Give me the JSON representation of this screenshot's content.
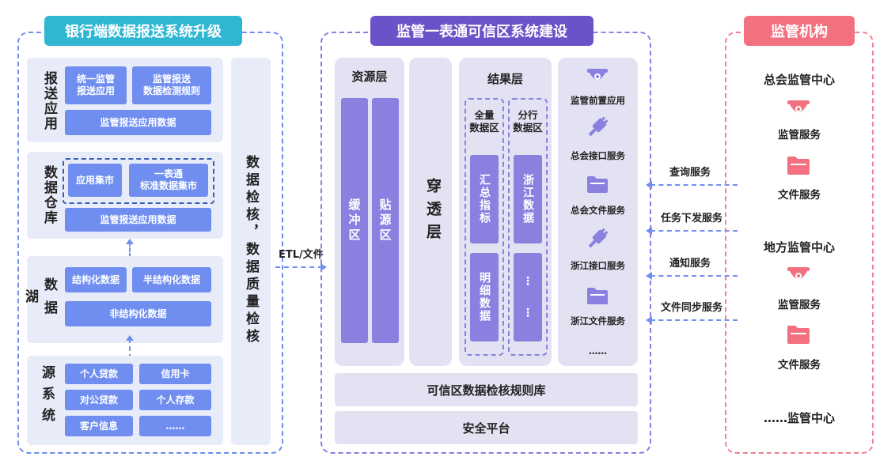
{
  "colors": {
    "blue_frame": "#6f8ef0",
    "purple_frame": "#8b7fe0",
    "red_frame": "#f07f8f",
    "blue_btn": "#6f8ef0",
    "purple_tag": "#6b52c8",
    "red_tag": "#f2707f",
    "cyan_tag": "#2fb6d3"
  },
  "left": {
    "title": "银行端数据报送系统升级",
    "report_app": {
      "label": "报送应用",
      "btn1": "统一监管\n报送应用",
      "btn2": "监管报送\n数据检测规则",
      "btn3": "监管报送应用数据"
    },
    "warehouse": {
      "label": "数据仓库",
      "btn1": "应用集市",
      "btn2": "一表通\n标准数据集市",
      "btn3": "监管报送应用数据"
    },
    "lake": {
      "label": "数据湖",
      "btn1": "结构化数据",
      "btn2": "半结构化数据",
      "btn3": "非结构化数据"
    },
    "source": {
      "label": "源系统",
      "cells": [
        "个人贷款",
        "信用卡",
        "对公贷款",
        "个人存款",
        "客户信息",
        "……"
      ]
    },
    "quality": "数据检核，数据质量检核"
  },
  "etl_label": "ETL/文件",
  "middle": {
    "title": "监管一表通可信区系统建设",
    "resource": {
      "title": "资源层",
      "bar1": "缓冲区",
      "bar2": "贴源区"
    },
    "penetrate": "穿透层",
    "result": {
      "title": "结果层",
      "full": "全量\n数据区",
      "branch": "分行\n数据区",
      "bar1": "汇总指标",
      "bar2": "浙江数据",
      "bar3": "明细数据",
      "bar4": "⋮"
    },
    "services": [
      "监管前置应用",
      "总会接口服务",
      "总会文件服务",
      "浙江接口服务",
      "浙江文件服务",
      "……"
    ],
    "bottom1": "可信区数据检核规则库",
    "bottom2": "安全平台"
  },
  "arrows": [
    "查询服务",
    "任务下发服务",
    "通知服务",
    "文件同步服务"
  ],
  "right": {
    "title": "监管机构",
    "center1": "总会监管中心",
    "svc1": "监管服务",
    "file1": "文件服务",
    "center2": "地方监管中心",
    "svc2": "监管服务",
    "file2": "文件服务",
    "center3": "……监管中心"
  }
}
